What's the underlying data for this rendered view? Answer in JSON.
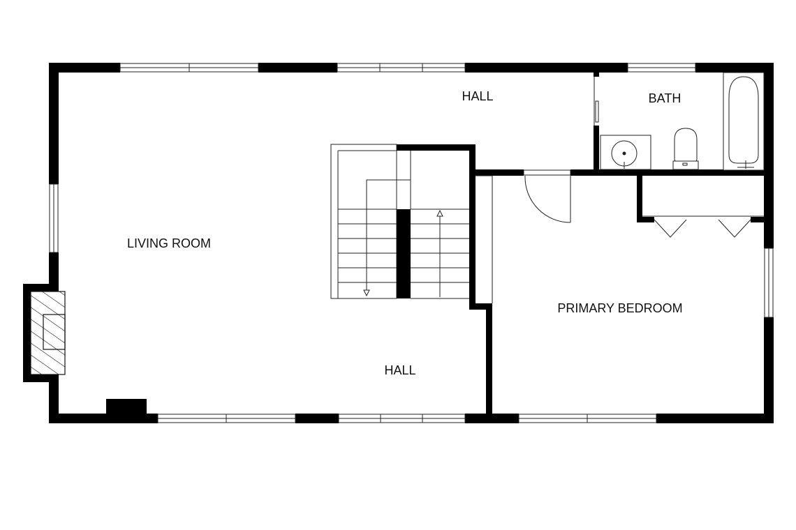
{
  "colors": {
    "wall": "#000000",
    "line": "#222222",
    "background": "#ffffff"
  },
  "rooms": {
    "living_room": "LIVING ROOM",
    "hall_upper": "HALL",
    "hall_lower": "HALL",
    "bath": "BATH",
    "primary_bedroom": "PRIMARY BEDROOM"
  },
  "fixtures": [
    "stair-icon",
    "fireplace-icon",
    "bathtub-icon",
    "toilet-icon",
    "sink-icon",
    "door-icon",
    "closet-door-icon"
  ]
}
